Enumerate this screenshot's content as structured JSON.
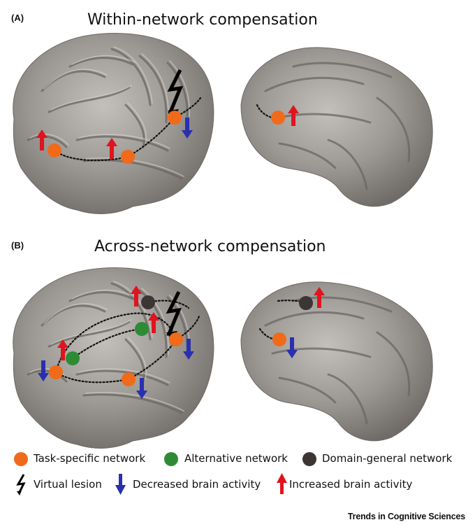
{
  "panels": [
    {
      "letter": "(A)",
      "title": "Within-network compensation"
    },
    {
      "letter": "(B)",
      "title": "Across-network compensation"
    }
  ],
  "legend": {
    "task_specific": "Task-specific network",
    "alternative": "Alternative network",
    "domain_general": "Domain-general network",
    "virtual_lesion": "Virtual lesion",
    "decreased": "Decreased brain activity",
    "increased": "Increased brain activity"
  },
  "credit": "Trends in Cognitive Sciences",
  "colors": {
    "task_specific": "#f06a1a",
    "alternative": "#2e8b35",
    "domain_general": "#3b3634",
    "increased": "#e0141e",
    "decreased": "#2a2fb0",
    "lesion": "#000000",
    "brain": "#8f8b86"
  }
}
